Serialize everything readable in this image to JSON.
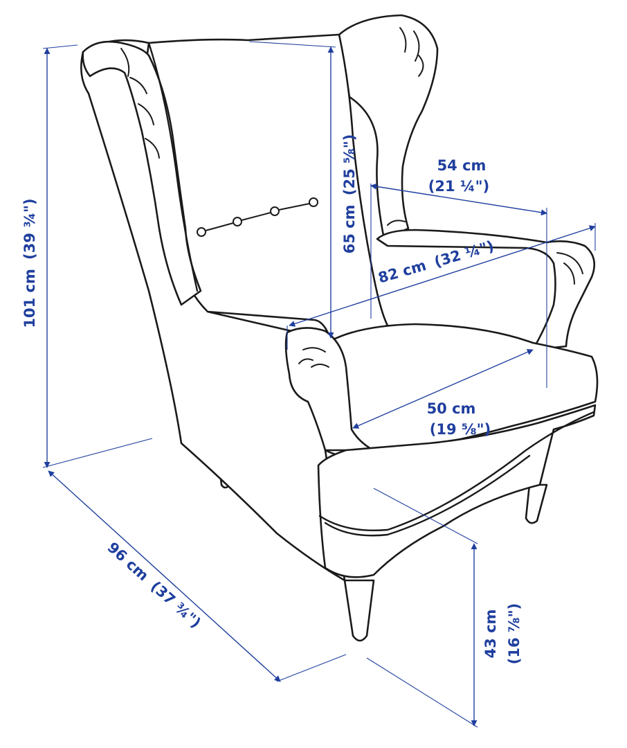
{
  "colors": {
    "dimension": "#1f3f9e",
    "outline": "#1a1a1a",
    "background": "#ffffff"
  },
  "dimensions": {
    "total_height": {
      "metric": "101 cm",
      "imperial": "(39 ¾\")"
    },
    "back_height": {
      "metric": "65 cm",
      "imperial": "(25 ⅝\")"
    },
    "seat_depth": {
      "metric": "54 cm",
      "imperial": "(21 ¼\")"
    },
    "total_width": {
      "metric": "82 cm",
      "imperial": "(32 ¼\")"
    },
    "seat_width": {
      "metric": "50 cm",
      "imperial": "(19 ⅝\")"
    },
    "total_depth": {
      "metric": "96 cm",
      "imperial": "(37 ¾\")"
    },
    "seat_height": {
      "metric": "43 cm",
      "imperial": "(16 ⅞\")"
    }
  }
}
